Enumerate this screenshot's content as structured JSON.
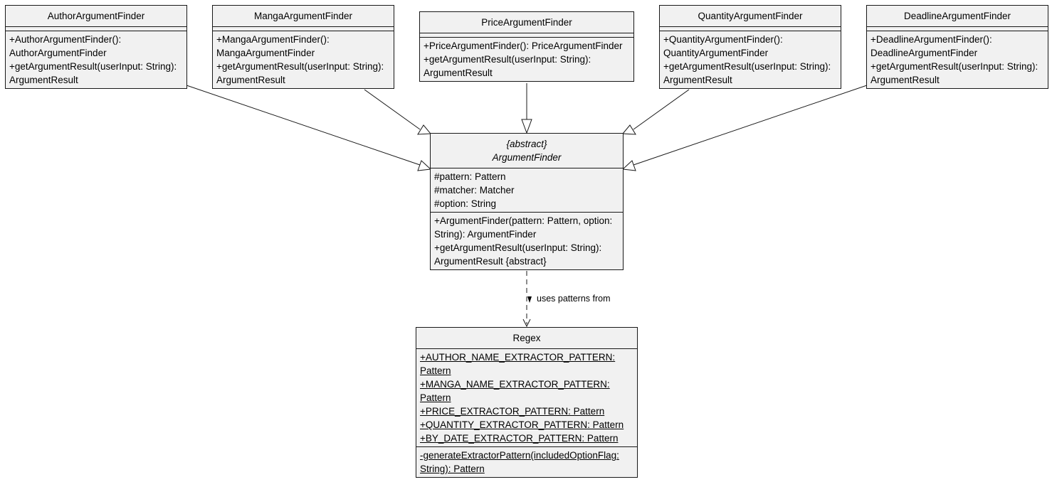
{
  "classes": {
    "author": {
      "name": "AuthorArgumentFinder",
      "methods": [
        "+AuthorArgumentFinder(): AuthorArgumentFinder",
        "+getArgumentResult(userInput: String): ArgumentResult"
      ]
    },
    "manga": {
      "name": "MangaArgumentFinder",
      "methods": [
        "+MangaArgumentFinder(): MangaArgumentFinder",
        "+getArgumentResult(userInput: String): ArgumentResult"
      ]
    },
    "price": {
      "name": "PriceArgumentFinder",
      "methods": [
        "+PriceArgumentFinder(): PriceArgumentFinder",
        "+getArgumentResult(userInput: String): ArgumentResult"
      ]
    },
    "quantity": {
      "name": "QuantityArgumentFinder",
      "methods": [
        "+QuantityArgumentFinder(): QuantityArgumentFinder",
        "+getArgumentResult(userInput: String): ArgumentResult"
      ]
    },
    "deadline": {
      "name": "DeadlineArgumentFinder",
      "methods": [
        "+DeadlineArgumentFinder(): DeadlineArgumentFinder",
        "+getArgumentResult(userInput: String): ArgumentResult"
      ]
    },
    "argumentFinder": {
      "stereotype": "{abstract}",
      "name": "ArgumentFinder",
      "fields": [
        "#pattern: Pattern",
        "#matcher: Matcher",
        "#option: String"
      ],
      "methods": [
        "+ArgumentFinder(pattern: Pattern, option: String): ArgumentFinder",
        "+getArgumentResult(userInput: String): ArgumentResult {abstract}"
      ]
    },
    "regex": {
      "name": "Regex",
      "fields": [
        "+AUTHOR_NAME_EXTRACTOR_PATTERN: Pattern",
        "+MANGA_NAME_EXTRACTOR_PATTERN: Pattern",
        "+PRICE_EXTRACTOR_PATTERN: Pattern",
        "+QUANTITY_EXTRACTOR_PATTERN: Pattern",
        "+BY_DATE_EXTRACTOR_PATTERN: Pattern"
      ],
      "methods": [
        "-generateExtractorPattern(includedOptionFlag: String): Pattern"
      ]
    }
  },
  "dependency": {
    "label": "uses patterns from"
  }
}
